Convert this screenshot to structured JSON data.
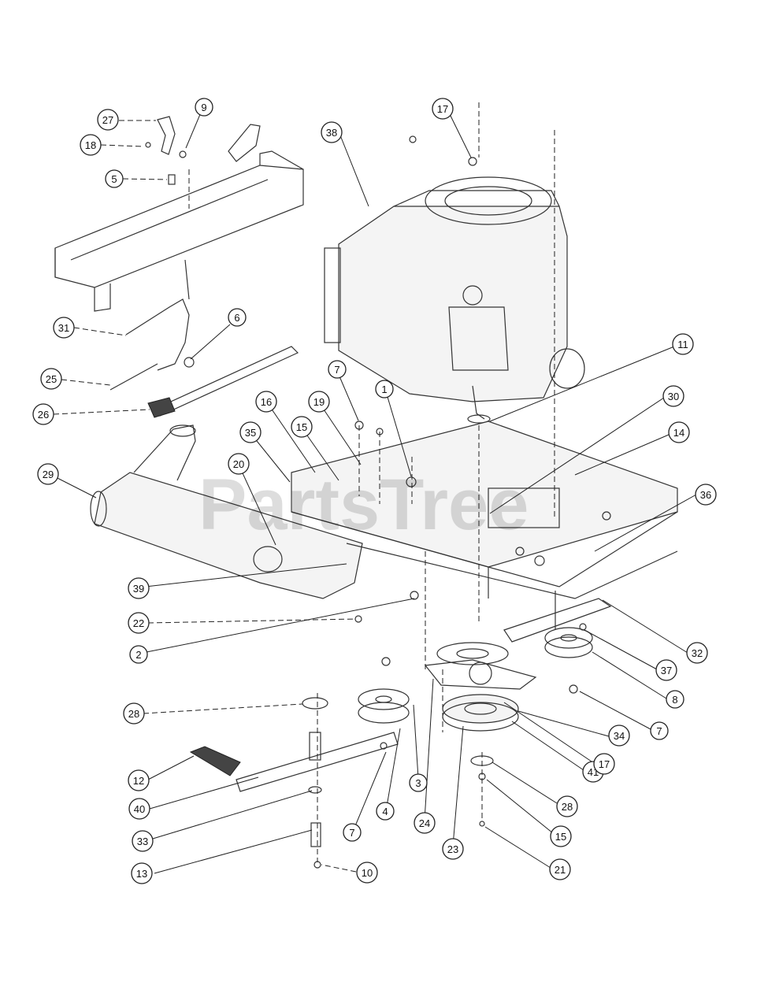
{
  "watermark": "PartsTree",
  "callouts": [
    {
      "id": "c27",
      "label": "27"
    },
    {
      "id": "c9",
      "label": "9"
    },
    {
      "id": "c18",
      "label": "18"
    },
    {
      "id": "c5",
      "label": "5"
    },
    {
      "id": "c17a",
      "label": "17"
    },
    {
      "id": "c38",
      "label": "38"
    },
    {
      "id": "c31",
      "label": "31"
    },
    {
      "id": "c6",
      "label": "6"
    },
    {
      "id": "c11",
      "label": "11"
    },
    {
      "id": "c25",
      "label": "25"
    },
    {
      "id": "c26",
      "label": "26"
    },
    {
      "id": "c7a",
      "label": "7"
    },
    {
      "id": "c1",
      "label": "1"
    },
    {
      "id": "c30",
      "label": "30"
    },
    {
      "id": "c16",
      "label": "16"
    },
    {
      "id": "c19",
      "label": "19"
    },
    {
      "id": "c35",
      "label": "35"
    },
    {
      "id": "c15a",
      "label": "15"
    },
    {
      "id": "c14",
      "label": "14"
    },
    {
      "id": "c29",
      "label": "29"
    },
    {
      "id": "c20",
      "label": "20"
    },
    {
      "id": "c36",
      "label": "36"
    },
    {
      "id": "c39",
      "label": "39"
    },
    {
      "id": "c22",
      "label": "22"
    },
    {
      "id": "c2",
      "label": "2"
    },
    {
      "id": "c32",
      "label": "32"
    },
    {
      "id": "c37",
      "label": "37"
    },
    {
      "id": "c8",
      "label": "8"
    },
    {
      "id": "c28a",
      "label": "28"
    },
    {
      "id": "c34",
      "label": "34"
    },
    {
      "id": "c7b",
      "label": "7"
    },
    {
      "id": "c41",
      "label": "41"
    },
    {
      "id": "c17b",
      "label": "17"
    },
    {
      "id": "c12",
      "label": "12"
    },
    {
      "id": "c3",
      "label": "3"
    },
    {
      "id": "c28b",
      "label": "28"
    },
    {
      "id": "c40",
      "label": "40"
    },
    {
      "id": "c4",
      "label": "4"
    },
    {
      "id": "c24",
      "label": "24"
    },
    {
      "id": "c7c",
      "label": "7"
    },
    {
      "id": "c15b",
      "label": "15"
    },
    {
      "id": "c33",
      "label": "33"
    },
    {
      "id": "c23",
      "label": "23"
    },
    {
      "id": "c13",
      "label": "13"
    },
    {
      "id": "c10",
      "label": "10"
    },
    {
      "id": "c21",
      "label": "21"
    }
  ]
}
